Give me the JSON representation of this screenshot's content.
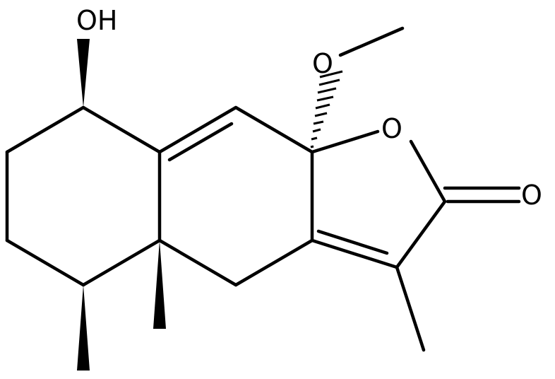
{
  "molecule": {
    "atom_labels": {
      "hydroxyl": "OH",
      "methoxy_oxygen": "O",
      "ring_oxygen": "O",
      "carbonyl_oxygen": "O"
    },
    "colors": {
      "bond": "#000000",
      "background": "#ffffff"
    }
  }
}
